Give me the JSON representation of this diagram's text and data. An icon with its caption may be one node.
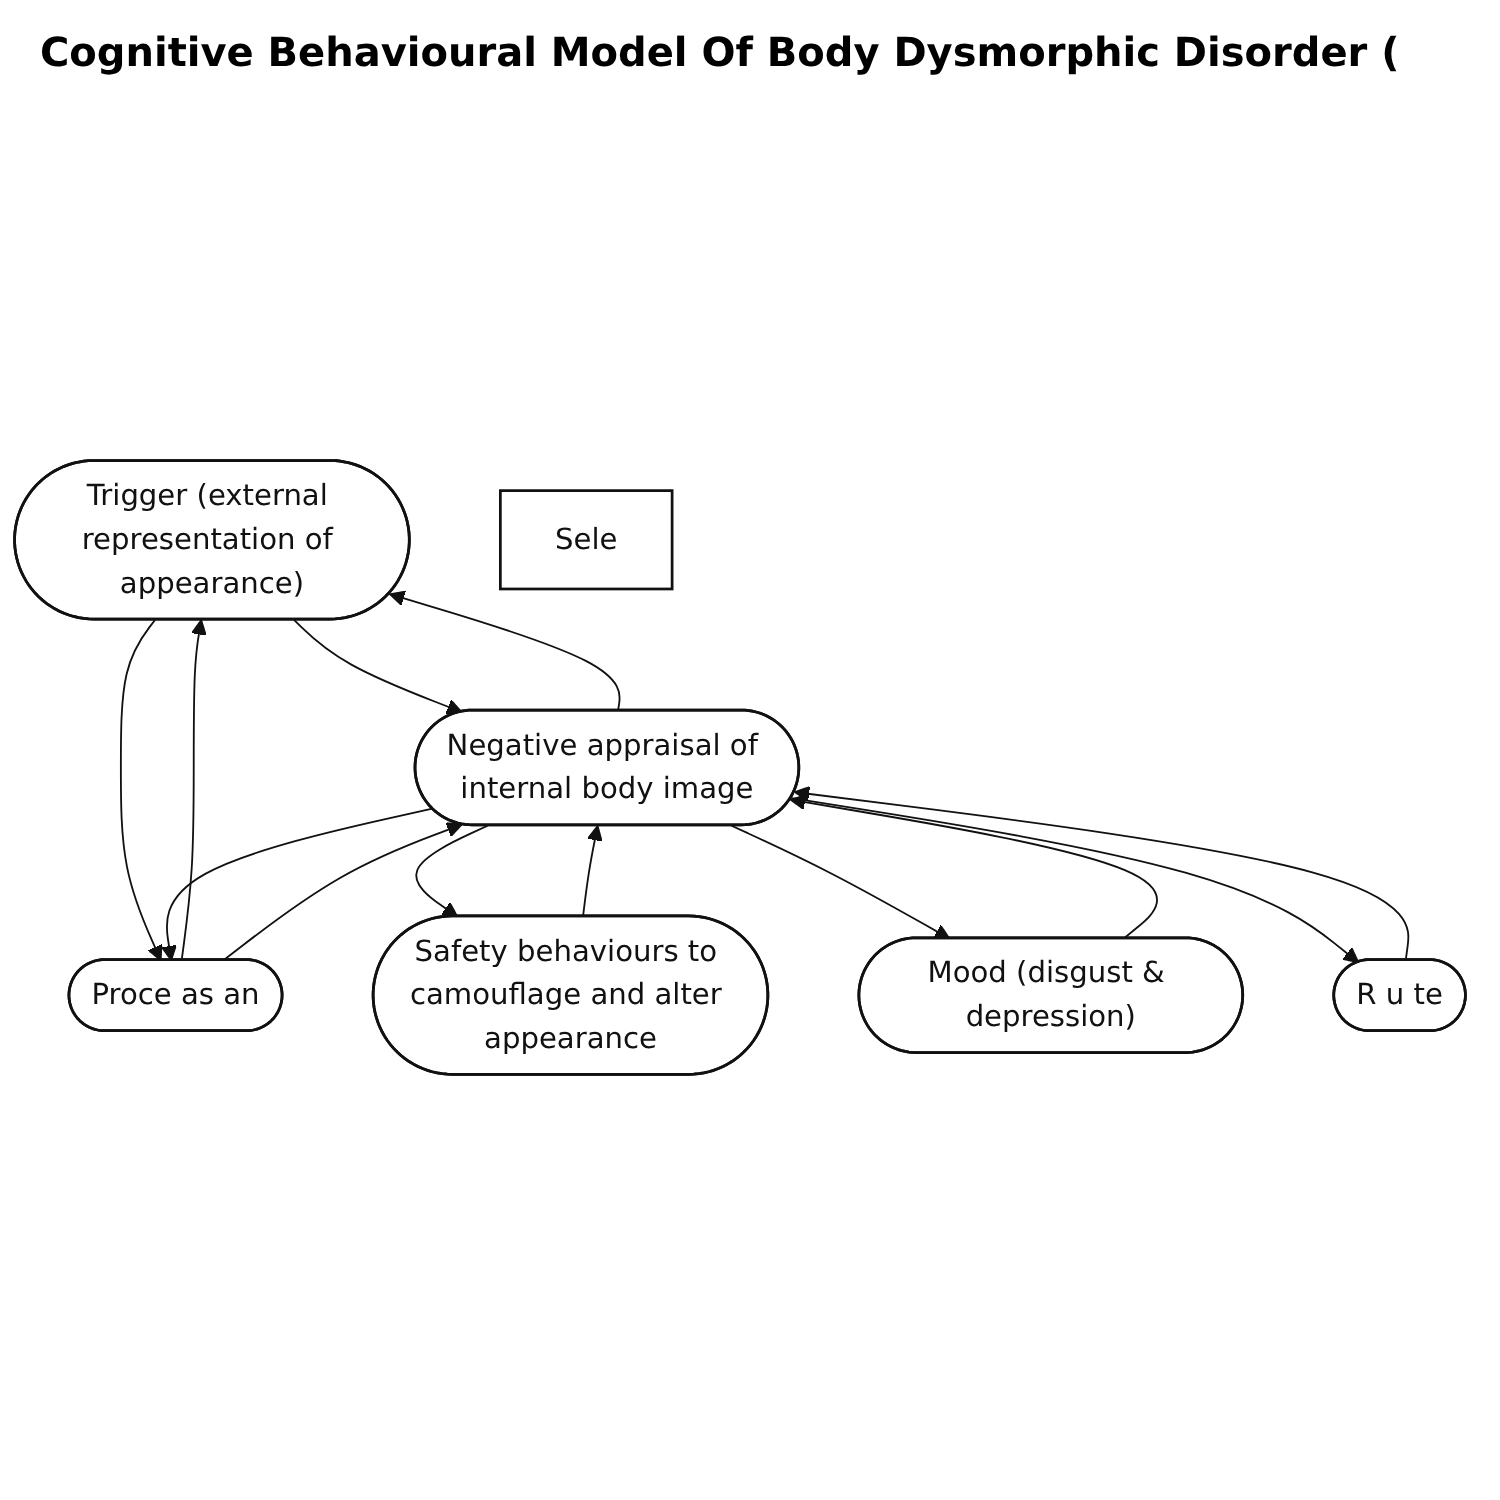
{
  "diagram": {
    "title": "Cognitive Behavioural Model Of Body Dysmorphic Disorder (",
    "nodes": [
      {
        "text": [
          "Trigger (external representation of appearance)"
        ]
      },
      {
        "text": [
          "Sele"
        ]
      },
      {
        "text": [
          "Proce as an"
        ]
      },
      {
        "text": [
          "Negative appraisal of internal body image"
        ]
      },
      {
        "text": [
          "Safety behaviours to camouflage and alter appearance"
        ]
      },
      {
        "text": [
          "Mood (disgust & depression)"
        ]
      },
      {
        "text": [
          "R u te"
        ]
      }
    ],
    "edges": [
      {
        "from": 3,
        "to": 0,
        "arrow": "to"
      },
      {
        "from": 0,
        "to": 3,
        "arrow": "to"
      },
      {
        "from": 0,
        "to": 2,
        "arrow": "to"
      },
      {
        "from": 2,
        "to": 0,
        "arrow": "to"
      },
      {
        "from": 2,
        "to": 3,
        "arrow": "to"
      },
      {
        "from": 3,
        "to": 2,
        "arrow": "to"
      },
      {
        "from": 3,
        "to": 4,
        "arrow": "to"
      },
      {
        "from": 4,
        "to": 3,
        "arrow": "to"
      },
      {
        "from": 3,
        "to": 5,
        "arrow": "to"
      },
      {
        "from": 5,
        "to": 3,
        "arrow": "to"
      },
      {
        "from": 6,
        "to": 3,
        "arrow": "to"
      },
      {
        "from": 3,
        "to": 6,
        "arrow": "to"
      }
    ]
  }
}
